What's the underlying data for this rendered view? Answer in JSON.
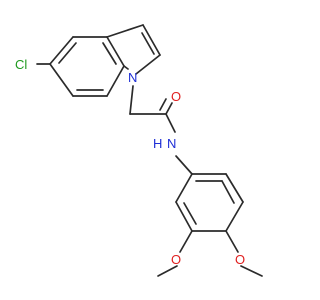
{
  "molecule": {
    "atoms": {
      "chlorine": "Cl",
      "indole_nitrogen": "N",
      "carbonyl_oxygen": "O",
      "amide_nitrogen": "N",
      "amide_hydrogen": "H",
      "methoxy_oxygen_1": "O",
      "methoxy_oxygen_2": "O"
    },
    "colors": {
      "bond": "#2b2b2b",
      "nitrogen": "#1f2fd6",
      "oxygen": "#e02020",
      "chlorine": "#1f9a1f"
    }
  }
}
